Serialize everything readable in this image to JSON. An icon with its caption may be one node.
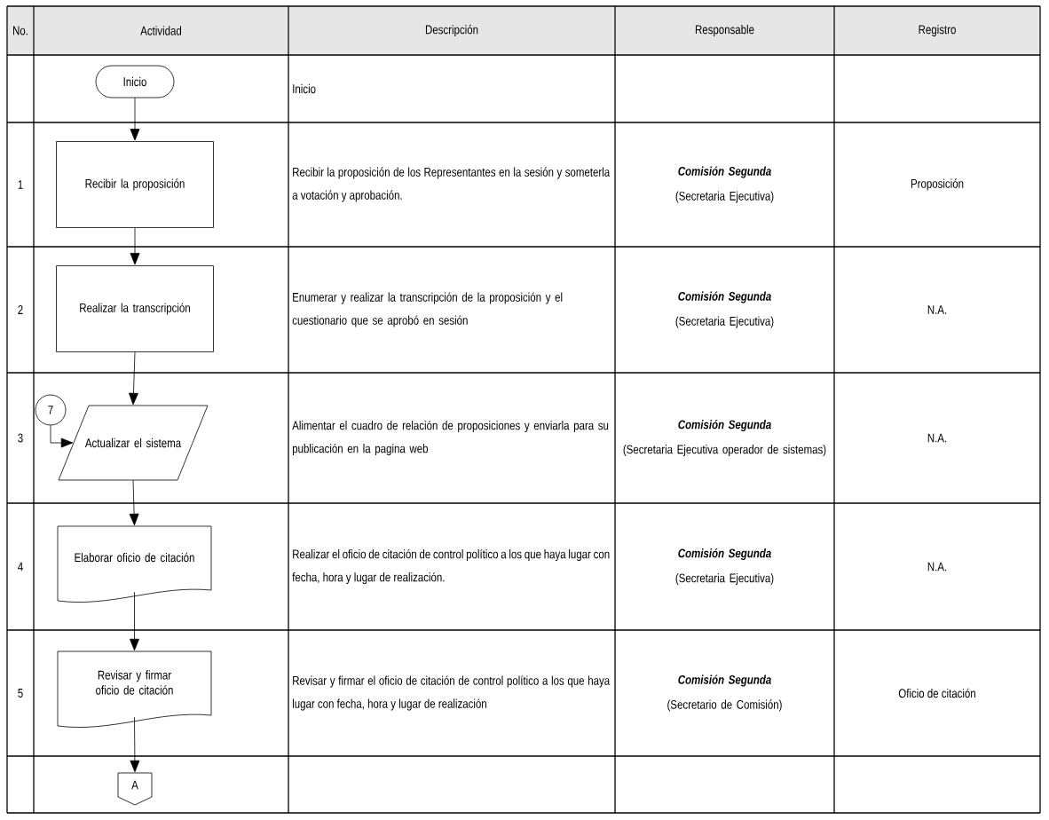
{
  "diagram": {
    "nodes": [
      {
        "text": [
          "Inicio"
        ]
      },
      {
        "text": [
          "Recibir la proposición"
        ]
      },
      {
        "text": [
          "Realizar la transcripción"
        ]
      },
      {
        "text": [
          "Actualizar el sistema"
        ]
      },
      {
        "text": [
          "Elaborar oficio de citación"
        ]
      },
      {
        "text": [
          "Revisar y firmar oficio de citación"
        ]
      },
      {
        "text": [
          "A"
        ]
      },
      {
        "text": [
          "7"
        ]
      }
    ],
    "edges": [
      {
        "from": 0,
        "to": 1,
        "arrow": "to"
      },
      {
        "from": 1,
        "to": 2,
        "arrow": "to"
      },
      {
        "from": 2,
        "to": 3,
        "arrow": "to"
      },
      {
        "from": 7,
        "to": 3,
        "arrow": "to"
      },
      {
        "from": 3,
        "to": 4,
        "arrow": "to"
      },
      {
        "from": 4,
        "to": 5,
        "arrow": "to"
      },
      {
        "from": 5,
        "to": 6,
        "arrow": "to"
      }
    ],
    "labels": [
      "No.",
      "Actividad",
      "Descripción",
      "Responsable",
      "Registro",
      "Inicio",
      "1",
      "Recibir la proposición de los Representantes en la sesión y someterla a votación y aprobación.",
      "Comisión Segunda",
      "(Secretaria Ejecutiva)",
      "Proposición",
      "2",
      "Enumerar y realizar la transcripción de la proposición y el cuestionario que se aprobó en sesión",
      "Comisión Segunda",
      "(Secretaria Ejecutiva)",
      "N.A.",
      "3",
      "Alimentar el cuadro de relación de proposiciones y enviarla para su publicación en la pagina web",
      "Comisión Segunda",
      "(Secretaria Ejecutiva operador de sistemas)",
      "N.A.",
      "4",
      "Realizar el oficio de citación de control político a los que haya lugar con fecha, hora y lugar de realización.",
      "Comisión Segunda",
      "(Secretaria Ejecutiva)",
      "N.A.",
      "5",
      "Revisar y firmar el oficio de citación de control político a los que haya lugar con fecha, hora y lugar de realización",
      "Comisión Segunda",
      "(Secretario de Comisión)",
      "Oficio de citación"
    ]
  }
}
